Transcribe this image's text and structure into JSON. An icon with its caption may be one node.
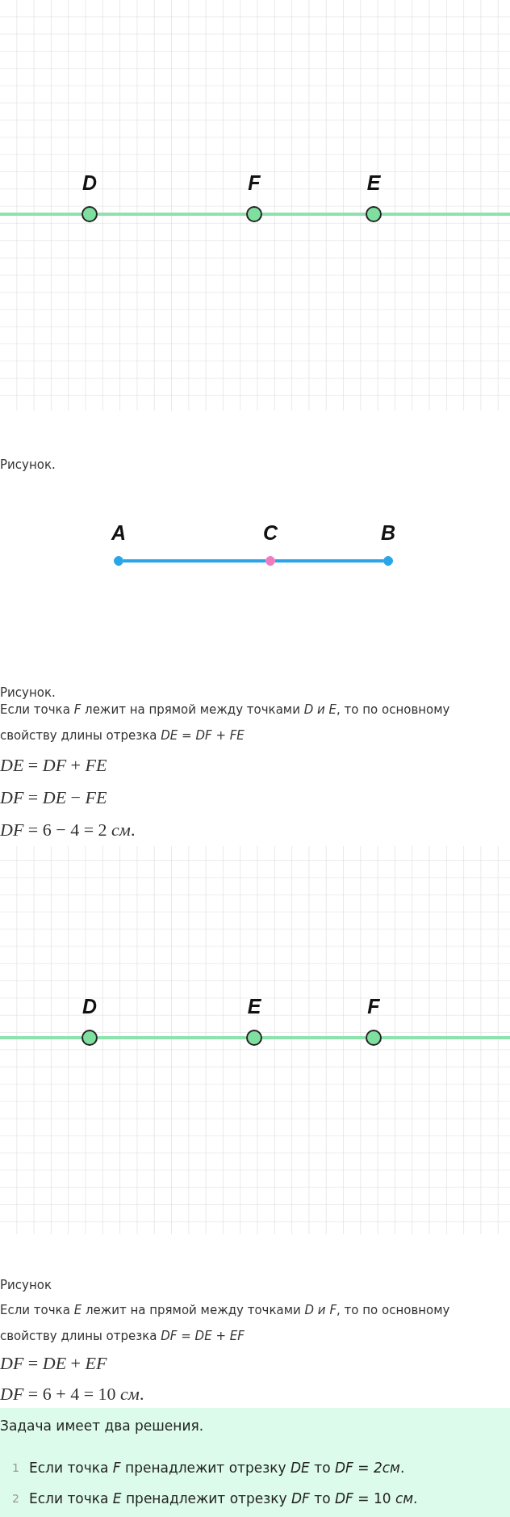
{
  "diagram": {
    "nodes": [
      {
        "text": [
          "D"
        ]
      },
      {
        "text": [
          "F"
        ]
      },
      {
        "text": [
          "E"
        ]
      },
      {
        "text": [
          "A"
        ]
      },
      {
        "text": [
          "C"
        ]
      },
      {
        "text": [
          "B"
        ]
      },
      {
        "text": [
          "D"
        ]
      },
      {
        "text": [
          "E"
        ]
      },
      {
        "text": [
          "F"
        ]
      }
    ],
    "edges": [
      {
        "from": 0,
        "to": 1,
        "arrow": "none"
      },
      {
        "from": 1,
        "to": 2,
        "arrow": "none"
      },
      {
        "from": 3,
        "to": 4,
        "arrow": "none",
        "color": "#2aa6e8"
      },
      {
        "from": 4,
        "to": 5,
        "arrow": "none",
        "color": "#2aa6e8"
      },
      {
        "from": 6,
        "to": 7,
        "arrow": "none"
      },
      {
        "from": 7,
        "to": 8,
        "arrow": "none"
      }
    ],
    "labels": [
      "Рисунок.",
      "Рисунок.",
      "Если точка *F* лежит на прямой между точками *D и E*, то по основному свойству длины отрезка *DE* = *DF* + *FE*",
      "*DE* = *DF* + *FE*",
      "*DF* = *DE* − *FE*",
      "*DF* = 6 − 4 = 2 *см*.",
      "Рисунок",
      "Если точка *E* лежит на прямой между точками *D и F*, то по основному свойству длины отрезка *DF* = *DE* + *EF*",
      "*DF* = *DE* + *EF*",
      "*DF* = 6 + 4 = 10 *см*.",
      "Задача имеет два решения.",
      "1",
      "Если точка *F* пренадлежит отрезку *DE* то *DF* = *2см*.",
      "2",
      "Если точка *E* пренадлежит отрезку *DF* то *DF* = 10 *см*."
    ]
  }
}
